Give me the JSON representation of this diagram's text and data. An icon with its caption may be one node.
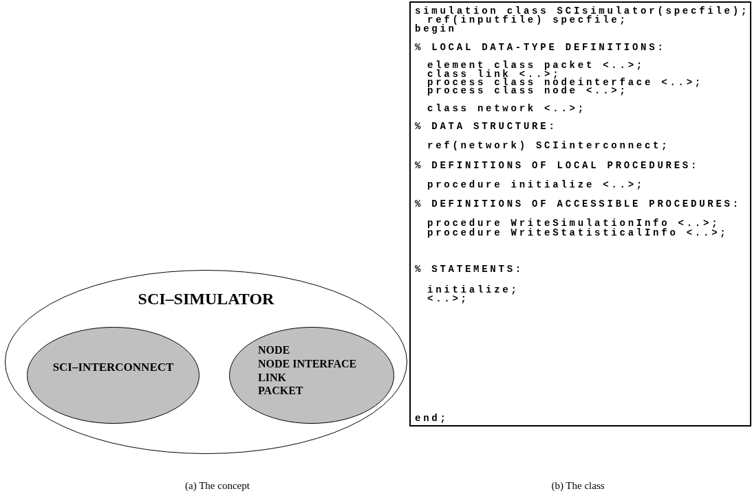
{
  "diagram": {
    "nodes": [
      {
        "text": [
          "SCI–SIMULATOR"
        ]
      },
      {
        "text": [
          "SCI–INTERCONNECT"
        ],
        "in": 0
      },
      {
        "text": [
          "NODE",
          "NODE INTERFACE",
          "LINK",
          "PACKET"
        ],
        "in": 0
      },
      {
        "text": [
          "simulation class SCIsimulator(specfile);",
          "ref(inputfile) specfile;",
          "begin",
          "% LOCAL DATA-TYPE DEFINITIONS:",
          "element class packet <..>;",
          "class link <..>;",
          "process class nodeinterface <..>;",
          "process class node <..>;",
          "class network <..>;",
          "% DATA STRUCTURE:",
          "ref(network) SCIinterconnect;",
          "% DEFINITIONS OF LOCAL PROCEDURES:",
          "procedure initialize <..>;",
          "% DEFINITIONS OF ACCESSIBLE PROCEDURES:",
          "procedure WriteSimulationInfo <..>;",
          "procedure WriteStatisticalInfo <..>;",
          "% STATEMENTS:",
          "initialize;",
          "<..>;",
          "end;"
        ]
      }
    ],
    "edges": [],
    "labels": [
      "(a) The concept",
      "(b) The class"
    ]
  }
}
